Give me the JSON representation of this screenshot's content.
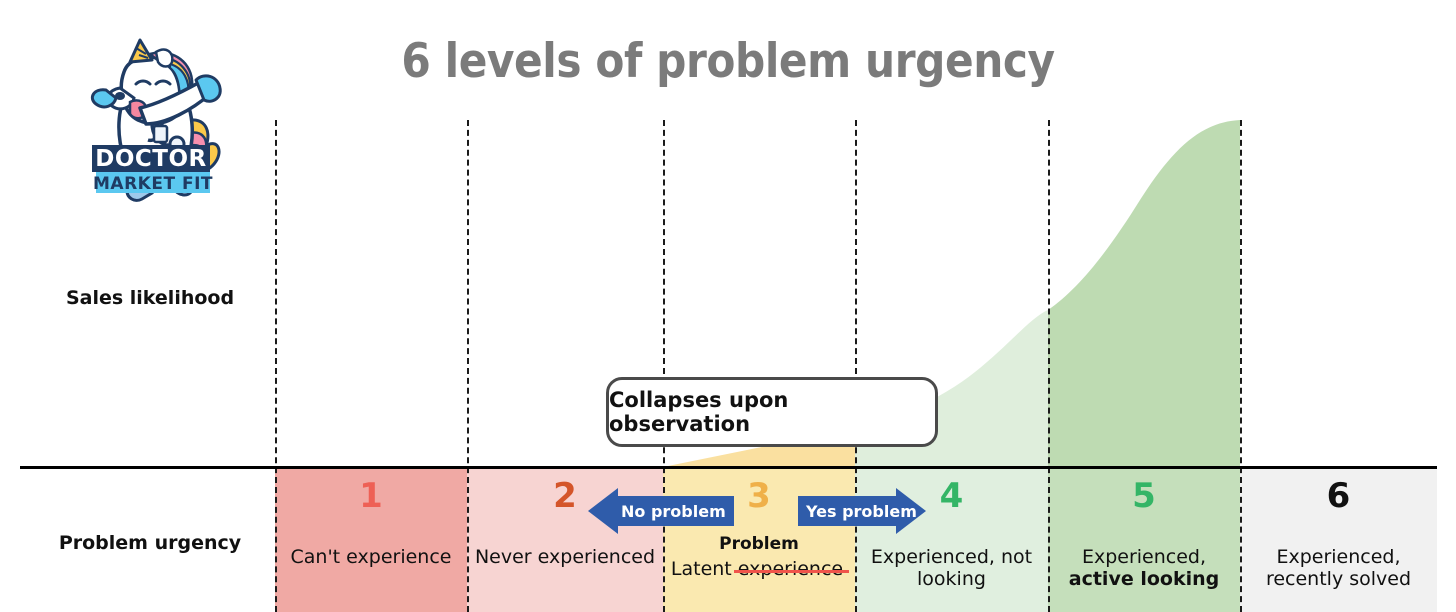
{
  "page": {
    "title": "6 levels of problem urgency",
    "background": "#ffffff"
  },
  "logo": {
    "name": "doctor-market-fit-logo",
    "line1": "DOCTOR",
    "line2": "MARKET FIT"
  },
  "axes": {
    "y_label": "Sales likelihood",
    "x_label": "Problem urgency",
    "baseline_color": "#000000"
  },
  "callout": {
    "text": "Collapses upon observation"
  },
  "badges": [
    {
      "name": "no-problem-arrow",
      "label": "No problem",
      "direction": "left",
      "color": "#2f5caa"
    },
    {
      "name": "yes-problem-arrow",
      "label": "Yes problem",
      "direction": "right",
      "color": "#2f5caa"
    }
  ],
  "chart_data": {
    "type": "area",
    "title": "6 levels of problem urgency",
    "xlabel": "Problem urgency",
    "ylabel": "Sales likelihood",
    "grid": false,
    "legend": "none",
    "axis_note": "dashed vertical dividers between each level; solid horizontal baseline",
    "categories": [
      "1",
      "2",
      "3",
      "4",
      "5",
      "6"
    ],
    "x": [
      1,
      2,
      3,
      4,
      5,
      6
    ],
    "values": [
      0,
      0,
      0.12,
      0.45,
      0.92,
      0
    ],
    "ylim": [
      0,
      1
    ],
    "series": [
      {
        "name": "Sales likelihood",
        "values": [
          0,
          0,
          0.12,
          0.45,
          0.92,
          0
        ]
      }
    ],
    "annotations": [
      "Collapses upon observation",
      "No problem",
      "Yes problem"
    ]
  },
  "columns": [
    {
      "number": "1",
      "number_color": "#ee6055",
      "band_color": "#f0a9a4",
      "desc": "Can't experience",
      "desc_bold": "",
      "sub": ""
    },
    {
      "number": "2",
      "number_color": "#d4552a",
      "band_color": "#f7d4d2",
      "desc": "Never experienced",
      "desc_bold": "",
      "sub": ""
    },
    {
      "number": "3",
      "number_color": "#efb049",
      "band_color": "#fae9b0",
      "desc_prefix": "Latent ",
      "desc_struck": "experience",
      "sub": "Problem"
    },
    {
      "number": "4",
      "number_color": "#34b566",
      "band_color": "#e0efdf",
      "desc_line1": "Experienced, not",
      "desc_line2": "looking",
      "sub": ""
    },
    {
      "number": "5",
      "number_color": "#34b566",
      "band_color": "#c5dfbb",
      "desc_line1": "Experienced,",
      "desc_line2_bold": "active looking",
      "sub": ""
    },
    {
      "number": "6",
      "number_color": "#111111",
      "band_color": "#f1f1f1",
      "desc_line1": "Experienced,",
      "desc_line2": "recently solved",
      "sub": ""
    }
  ]
}
